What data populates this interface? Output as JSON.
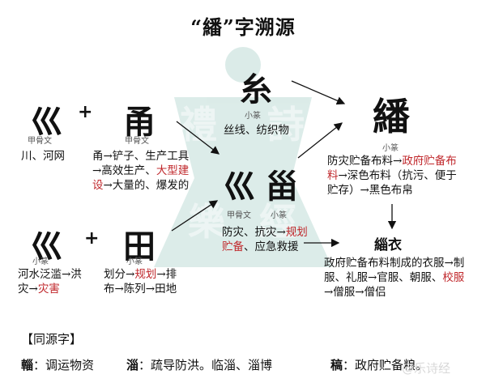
{
  "title": "“繙”字溯源",
  "colors": {
    "accent_red": "#c0282c",
    "watermark_teal": "#5fa89a"
  },
  "nodes": {
    "chuan": {
      "glyph": "巛",
      "script": "甲骨文",
      "text": "川、河网"
    },
    "yong": {
      "glyph": "甬",
      "script": "甲骨文",
      "text_a": "甬→铲子、生产工具→高效生产、",
      "text_red": "大型建设",
      "text_b": "→大量的、爆发的"
    },
    "mi_top": {
      "glyph": "糸",
      "script": "小篆",
      "text": "丝线、纺织物"
    },
    "zai_small": {
      "glyph": "巛",
      "script": "小篆",
      "text_a": "河水泛滥→洪灾→",
      "text_red": "灾害"
    },
    "tian": {
      "glyph": "田",
      "script": "小篆",
      "text_a": "划分→",
      "text_red": "规划",
      "text_b": "→排布→陈列→田地"
    },
    "zai_mid": {
      "glyph_a": "巛",
      "script_a": "甲骨文",
      "glyph_b": "甾",
      "script_b": "小篆",
      "text_a": "防灾、抗灾→",
      "text_red": "规划贮备",
      "text_b": "、应急救援"
    },
    "zi": {
      "glyph": "繙",
      "script": "小篆",
      "text_a": "防灾贮备布料→",
      "text_red1": "政府贮备布料",
      "text_b": "→深色布料（抗污、便于贮存）→黑色布帛"
    },
    "ziyi": {
      "label": "緇衣",
      "text_a": "政府贮备布料制成的衣服→制服、礼服→官服、朝服、",
      "text_red": "校服",
      "text_b": "→僧服→僧侣"
    }
  },
  "plus_sign": "+",
  "footer": {
    "heading": "【同源字】",
    "items": [
      {
        "char": "輜",
        "text": "：调运物资"
      },
      {
        "char": "淄",
        "text": "：疏导防洪。临淄、淄博"
      },
      {
        "char": "稿",
        "text": "：政府贮备粮。"
      }
    ],
    "credit": "@乐诗经"
  }
}
